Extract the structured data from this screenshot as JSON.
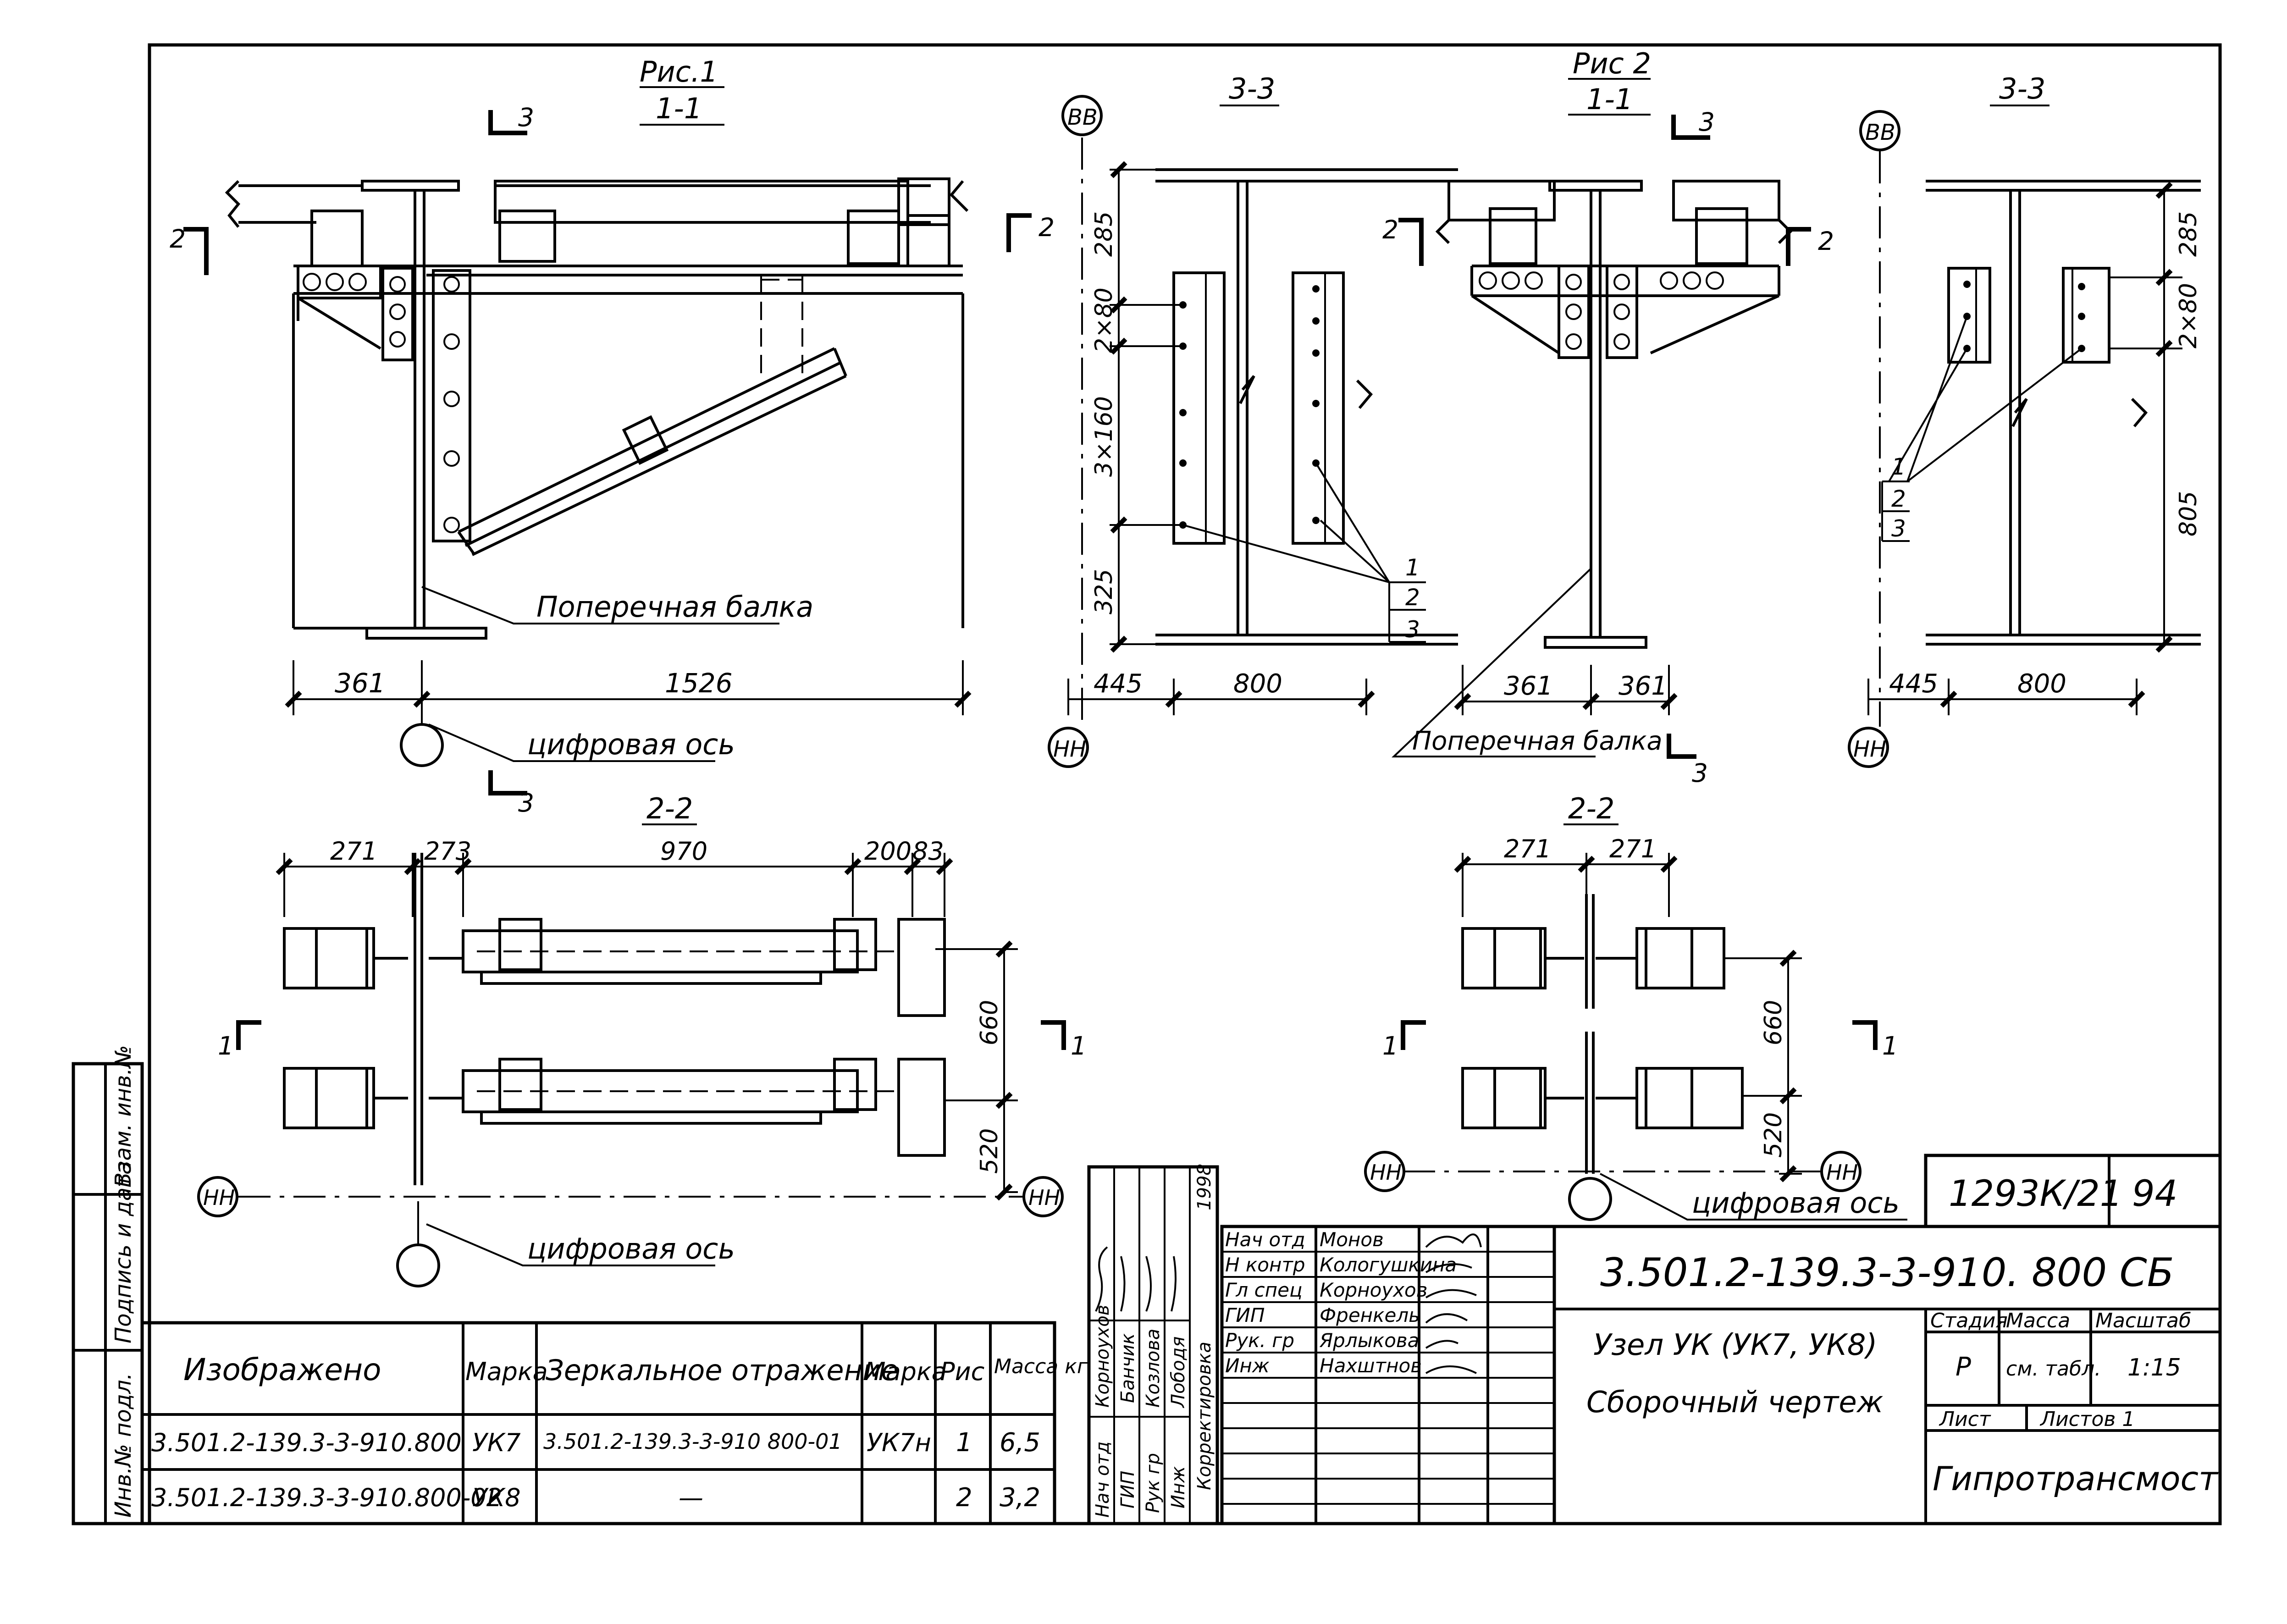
{
  "fig1": {
    "title": "Рис.1",
    "section": "1-1",
    "cut_3": "3",
    "cut_2": "2",
    "label_beam": "Поперечная балка",
    "dims": [
      "361",
      "1526"
    ],
    "axis_label": "цифровая ось"
  },
  "fig1_33": {
    "title": "3-3",
    "axis_top": "ВВ",
    "axis_bottom": "НН",
    "dims_v": [
      "285",
      "2×80",
      "3×160",
      "325"
    ],
    "dims_h": [
      "445",
      "800"
    ],
    "callouts": [
      "1",
      "2",
      "3"
    ]
  },
  "fig2": {
    "title": "Рис 2",
    "section": "1-1",
    "cut_3": "3",
    "cut_2": "2",
    "label_beam": "Поперечная балка",
    "dims": [
      "361",
      "361"
    ]
  },
  "fig2_33": {
    "title": "3-3",
    "axis_top": "ВВ",
    "axis_bottom": "НН",
    "dims_v": [
      "285",
      "2×80",
      "805"
    ],
    "dims_h": [
      "445",
      "800"
    ],
    "callouts": [
      "1",
      "2",
      "3"
    ]
  },
  "plan1": {
    "title": "2-2",
    "dims_top": [
      "271",
      "273",
      "970",
      "200",
      "83"
    ],
    "dims_v": [
      "660",
      "520"
    ],
    "cut_1": "1",
    "axis": "НН",
    "axis_label": "цифровая ось"
  },
  "plan2": {
    "title": "2-2",
    "dims_top": [
      "271",
      "271"
    ],
    "dims_v": [
      "660",
      "520"
    ],
    "cut_1": "1",
    "axis": "НН",
    "axis_label": "цифровая ось"
  },
  "table": {
    "headers": [
      "Изображено",
      "Марка",
      "Зеркальное отражение",
      "Марка",
      "Рис",
      "Масса кг"
    ],
    "rows": [
      [
        "3.501.2-139.3-3-910.800",
        "УК7",
        "3.501.2-139.3-3-910 800-01",
        "УК7н",
        "1",
        "6,5"
      ],
      [
        "3.501.2-139.3-3-910.800-02",
        "УК8",
        "—",
        "",
        "2",
        "3,2"
      ]
    ]
  },
  "side_stamp": [
    "Инв.№ подл.",
    "Подпись и дата",
    "Взам. инв.№"
  ],
  "approval": {
    "roles": [
      "Нач отд",
      "ГИП",
      "Рук гр",
      "Инж",
      "Корректировка"
    ],
    "names": [
      "Корноухов",
      "Банчик",
      "Козлова",
      "Лободя"
    ],
    "year": "1998"
  },
  "signatures": {
    "roles": [
      "Нач отд",
      "Н контр",
      "Гл спец",
      "ГИП",
      "Рук. гр",
      "Инж"
    ],
    "names": [
      "Монов",
      "Кологушкина",
      "Корноухов",
      "Френкель",
      "Ярлыкова",
      "Нахштнов"
    ]
  },
  "title_block": {
    "code": "3.501.2-139.3-3-910. 800 СБ",
    "sheet_id": "1293К/21",
    "sheet_no": "94",
    "name1": "Узел УК (УК7, УК8)",
    "name2": "Сборочный чертеж",
    "stage_h": "Стадия",
    "mass_h": "Масса",
    "scale_h": "Масштаб",
    "stage": "Р",
    "mass": "см. табл.",
    "scale": "1:15",
    "sheet_h": "Лист",
    "sheets_h": "Листов 1",
    "org": "Гипротрансмост"
  }
}
